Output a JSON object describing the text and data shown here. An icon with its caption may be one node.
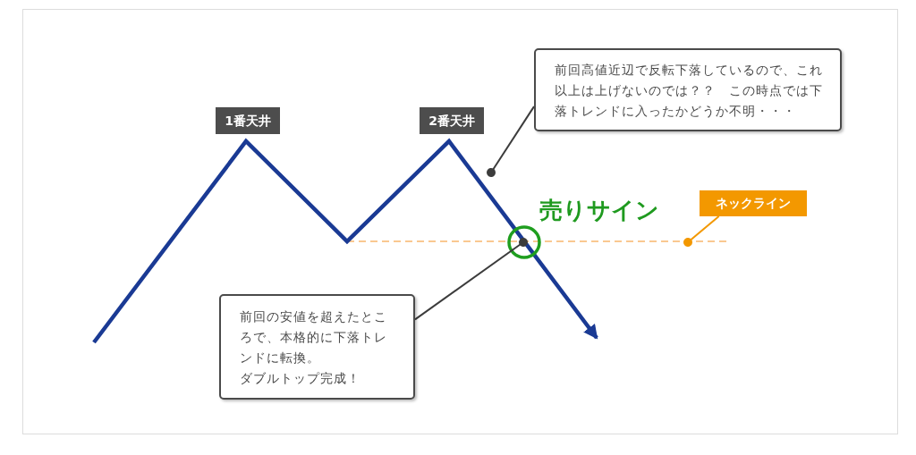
{
  "diagram": {
    "nodes": [
      {
        "text": [
          "前回高値近辺で反転下落しているので、これ以上は上げないのでは？？　この時点では下落トレンドに入ったかどうか不明・・・"
        ]
      },
      {
        "text": [
          "1番天井"
        ]
      },
      {
        "text": [
          "2番天井"
        ]
      },
      {
        "text": [
          "ネックライン"
        ]
      },
      {
        "text": [
          "前回の安値を超えたところで、本格的に下落トレンドに転換。",
          "ダブルトップ完成！"
        ]
      }
    ],
    "edges": [
      {
        "from": 0,
        "to": null,
        "arrow": "other"
      },
      {
        "from": 3,
        "to": null,
        "arrow": "other",
        "color": "#f39800"
      },
      {
        "from": 4,
        "to": null,
        "arrow": "other"
      }
    ],
    "labels": [
      "売りサイン"
    ]
  }
}
